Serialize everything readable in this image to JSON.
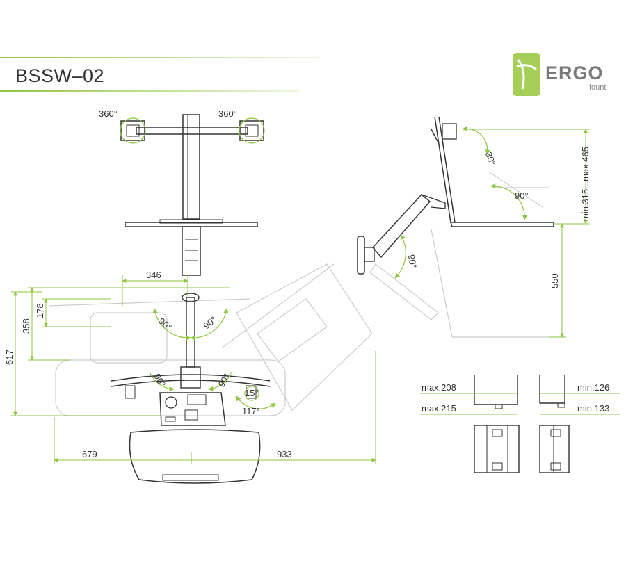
{
  "model": "BSSW–02",
  "brand": {
    "name": "ERGO",
    "sub": "fount"
  },
  "colors": {
    "accent": "#8dc63f",
    "line": "#333333",
    "ghost": "#cccccc"
  },
  "front_view": {
    "rotation_left": "360°",
    "rotation_right": "360°"
  },
  "top_view": {
    "dims": {
      "width_346": "346",
      "height_178": "178",
      "height_358": "358",
      "height_617": "617",
      "width_679": "679",
      "width_933": "933"
    },
    "angles": {
      "arm_left": "90°",
      "arm_right": "90°",
      "small_left": "90°",
      "small_right": "90°",
      "tray": "117°",
      "monitor": "15°"
    }
  },
  "side_view": {
    "angles": {
      "tilt": "30°",
      "keyboard": "90°",
      "arm": "90°"
    },
    "dims": {
      "height_range": "min.315...max.465",
      "height_550": "550"
    }
  },
  "clamp": {
    "left": {
      "top_label": "max.208",
      "bottom_label": "max.215"
    },
    "right": {
      "top_label": "min.126",
      "bottom_label": "min.133"
    }
  }
}
